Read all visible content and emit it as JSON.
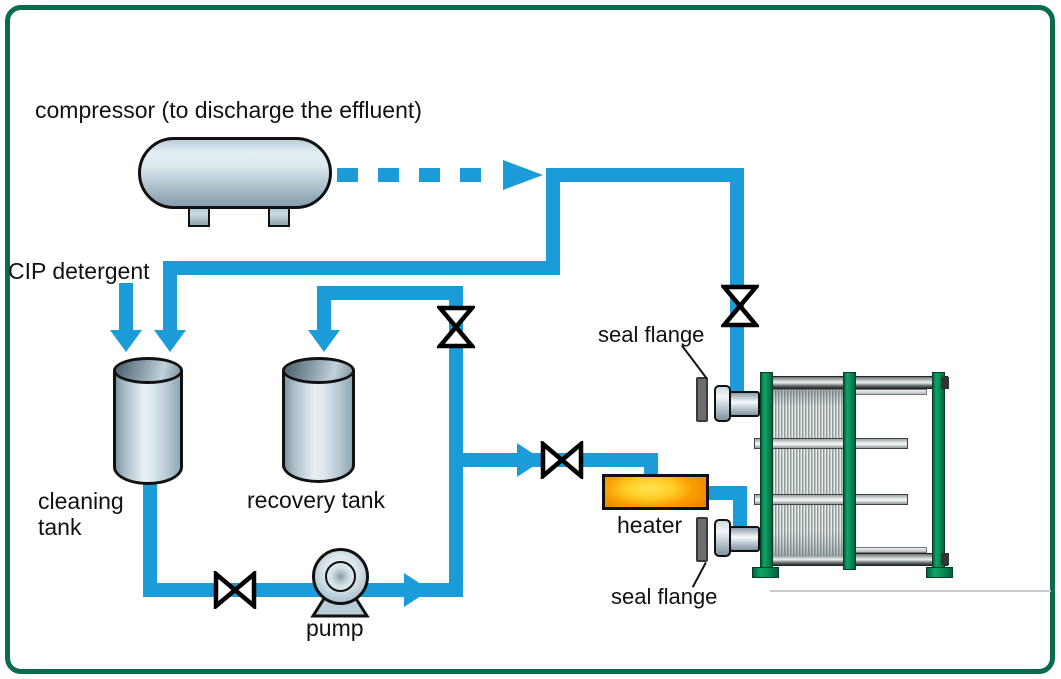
{
  "labels": {
    "compressor": "compressor (to discharge the effluent)",
    "cip_detergent": "CIP detergent",
    "cleaning_tank_line1": "cleaning",
    "cleaning_tank_line2": "tank",
    "recovery_tank": "recovery tank",
    "pump": "pump",
    "heater": "heater",
    "seal_flange_top": "seal flange",
    "seal_flange_bottom": "seal flange"
  },
  "colors": {
    "pipe": "#1b9cd8",
    "frame": "#0b6b4e",
    "green": "#0a8e55",
    "flange": "#6d6d6d",
    "heater1": "#ffe452",
    "heater2": "#f89d00",
    "heater3": "#ee8300"
  },
  "components": {
    "valve_count": 4,
    "seal_flange_count": 2,
    "tanks": [
      "cleaning tank",
      "recovery tank"
    ]
  }
}
